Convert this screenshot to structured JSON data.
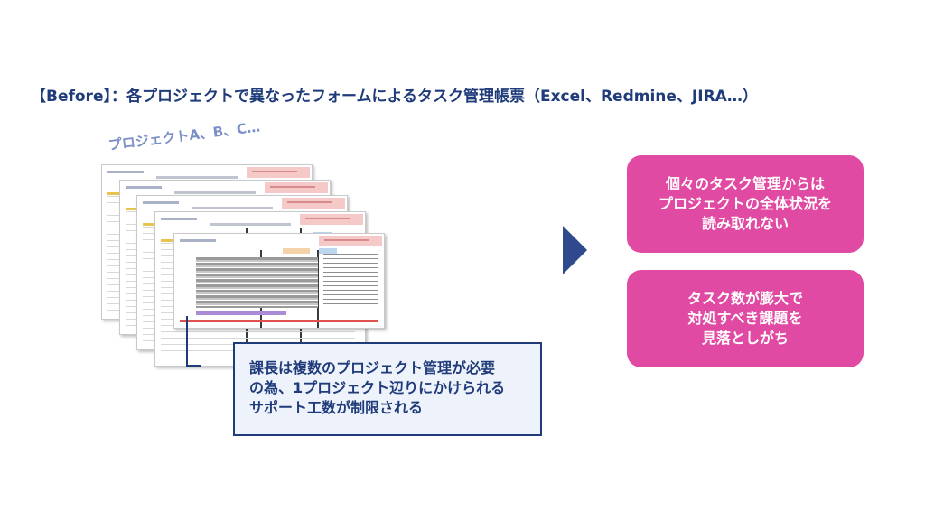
{
  "heading": "【Before】：各プロジェクトで異なったフォームによるタスク管理帳票（Excel、Redmine、JIRA…）",
  "projects_label": "プロジェクトA、B、C…",
  "callout": {
    "lines": [
      "課長は複数のプロジェクト管理が必要",
      "の為、1プロジェクト辺りにかけられる",
      "サポート工数が制限される"
    ]
  },
  "problems": [
    {
      "lines": [
        "個々のタスク管理からは",
        "プロジェクトの全体状況を",
        "読み取れない"
      ]
    },
    {
      "lines": [
        "タスク数が膨大で",
        "対処すべき課題を",
        "見落としがち"
      ]
    }
  ],
  "colors": {
    "accent_navy": "#1f3b7a",
    "problem_pink": "#e14aa2",
    "arrow": "#2e4a8c"
  }
}
